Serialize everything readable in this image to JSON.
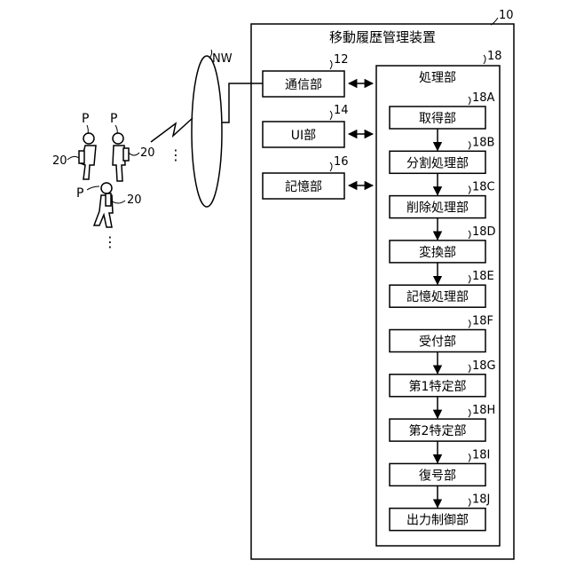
{
  "device": {
    "ref": "10",
    "title": "移動履歴管理装置"
  },
  "network": {
    "ref": "NW"
  },
  "units": {
    "communication": {
      "ref": "12",
      "label": "通信部"
    },
    "ui": {
      "ref": "14",
      "label": "UI部"
    },
    "storage": {
      "ref": "16",
      "label": "記憶部"
    }
  },
  "processor": {
    "ref": "18",
    "label": "処理部",
    "steps": [
      {
        "ref": "18A",
        "label": "取得部"
      },
      {
        "ref": "18B",
        "label": "分割処理部"
      },
      {
        "ref": "18C",
        "label": "削除処理部"
      },
      {
        "ref": "18D",
        "label": "変換部"
      },
      {
        "ref": "18E",
        "label": "記憶処理部"
      },
      {
        "ref": "18F",
        "label": "受付部"
      },
      {
        "ref": "18G",
        "label": "第1特定部"
      },
      {
        "ref": "18H",
        "label": "第2特定部"
      },
      {
        "ref": "18I",
        "label": "復号部"
      },
      {
        "ref": "18J",
        "label": "出力制御部"
      }
    ]
  },
  "persons": {
    "label": "P",
    "terminal_ref": "20",
    "ellipsis": "⋮"
  }
}
